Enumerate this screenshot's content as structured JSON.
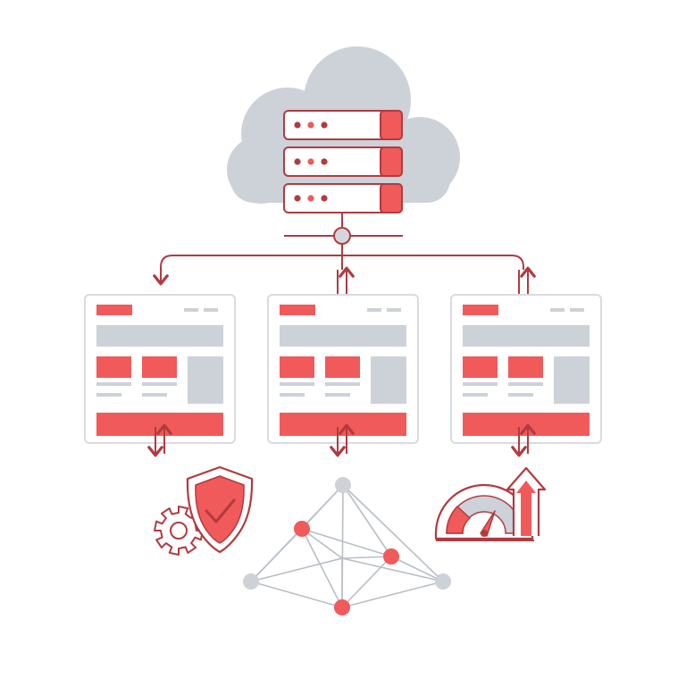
{
  "colors": {
    "accent": "#f05a5a",
    "accent_dark": "#b23a3f",
    "neutral": "#cdd1d8",
    "neutral_dark": "#b9bec6",
    "border": "#d8dbe0",
    "background": "#ffffff"
  },
  "icons": {
    "cloud": "cloud-icon",
    "server": "server-rack-icon",
    "security": "shield-check-icon",
    "settings": "gear-icon",
    "performance": "speedometer-icon",
    "growth": "arrow-up-icon",
    "network": "network-graph-icon"
  },
  "server_units": 3,
  "web_pages": [
    {
      "id": "page-left"
    },
    {
      "id": "page-center"
    },
    {
      "id": "page-right"
    }
  ],
  "network_nodes": [
    {
      "id": "n-top",
      "type": "neutral"
    },
    {
      "id": "n-left",
      "type": "neutral"
    },
    {
      "id": "n-right",
      "type": "neutral"
    },
    {
      "id": "n-a",
      "type": "accent"
    },
    {
      "id": "n-b",
      "type": "accent"
    },
    {
      "id": "n-c",
      "type": "accent"
    },
    {
      "id": "n-d",
      "type": "accent"
    }
  ],
  "network_edges": [
    [
      "n-top",
      "n-a"
    ],
    [
      "n-top",
      "n-b"
    ],
    [
      "n-top",
      "n-c"
    ],
    [
      "n-top",
      "n-right"
    ],
    [
      "n-top",
      "n-left"
    ],
    [
      "n-left",
      "n-a"
    ],
    [
      "n-left",
      "n-c"
    ],
    [
      "n-left",
      "n-d"
    ],
    [
      "n-a",
      "n-d"
    ],
    [
      "n-a",
      "n-b"
    ],
    [
      "n-a",
      "n-c"
    ],
    [
      "n-b",
      "n-c"
    ],
    [
      "n-b",
      "n-d"
    ],
    [
      "n-b",
      "n-right"
    ],
    [
      "n-c",
      "n-d"
    ],
    [
      "n-right",
      "n-d"
    ],
    [
      "n-right",
      "n-c"
    ]
  ]
}
